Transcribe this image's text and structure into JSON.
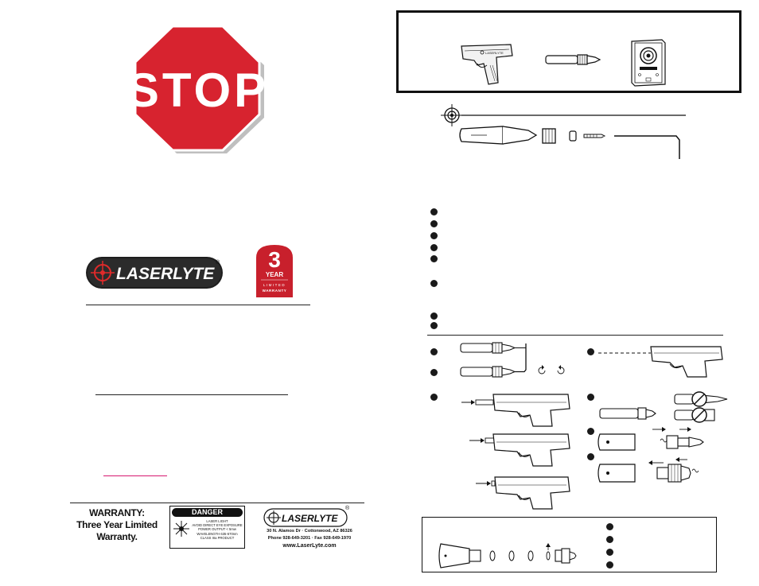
{
  "stop_sign": {
    "text": "STOP",
    "color": "#d7232f"
  },
  "brand": {
    "name": "LASERLYTE",
    "registered": "®"
  },
  "warranty_badge": {
    "number": "3",
    "year": "YEAR",
    "limited": "LIMITED",
    "warranty": "WARRANTY",
    "color": "#c8202c"
  },
  "footer": {
    "warranty_lines": [
      "WARRANTY:",
      "Three Year Limited",
      "Warranty."
    ],
    "danger": {
      "title": "DANGER",
      "lines": [
        "LASER LIGHT",
        "AVOID DIRECT EYE EXPOSURE",
        "POWER OUTPUT < 5mw",
        "WAVELENGTH 635-670nm",
        "CLASS IIIa PRODUCT"
      ]
    },
    "address": "30 N. Alamos Dr · Cottonwood, AZ 86326",
    "phone": "Phone 928-649-3201  ·  Fax 928-649-1970",
    "website": "www.LaserLyte.com",
    "registered": "®"
  },
  "icons": {
    "target": "crosshair-target-icon",
    "pistol": "trainer-pistol-icon",
    "laser_cartridge": "laser-cartridge-icon",
    "target_box": "target-box-icon",
    "rotate": "rotate-arrows-icon",
    "no_symbol": "prohibited-icon"
  },
  "colors": {
    "link_underline": "#d6186f",
    "ink": "#111111"
  }
}
